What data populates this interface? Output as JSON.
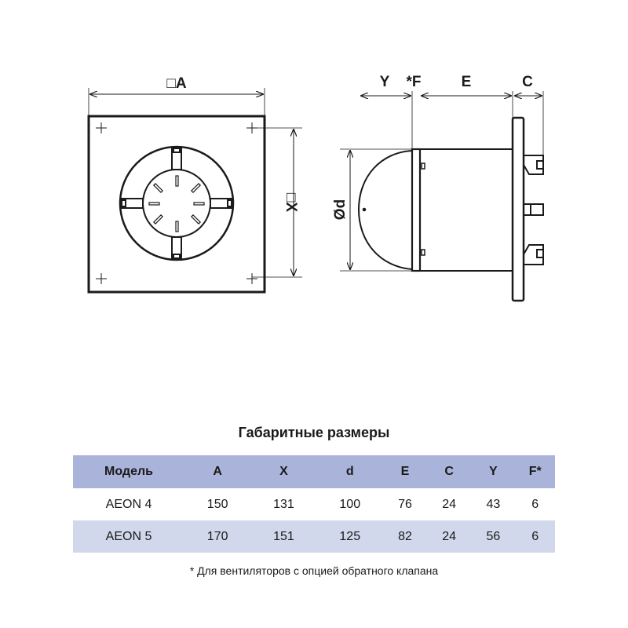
{
  "drawing": {
    "front_view": {
      "width_label": "□A",
      "mount_label": "□X"
    },
    "side_view": {
      "y_label": "Y",
      "f_label": "*F",
      "e_label": "E",
      "c_label": "C",
      "d_label": "Ød"
    }
  },
  "table": {
    "title": "Габаритные размеры",
    "columns": [
      "Модель",
      "A",
      "X",
      "d",
      "E",
      "C",
      "Y",
      "F*"
    ],
    "rows": [
      [
        "AEON 4",
        "150",
        "131",
        "100",
        "76",
        "24",
        "43",
        "6"
      ],
      [
        "AEON 5",
        "170",
        "151",
        "125",
        "82",
        "24",
        "56",
        "6"
      ]
    ],
    "footnote": "* Для вентиляторов с опцией обратного клапана"
  },
  "colors": {
    "header_bg": "#aab4da",
    "alt_row_bg": "#d2d8ec"
  }
}
